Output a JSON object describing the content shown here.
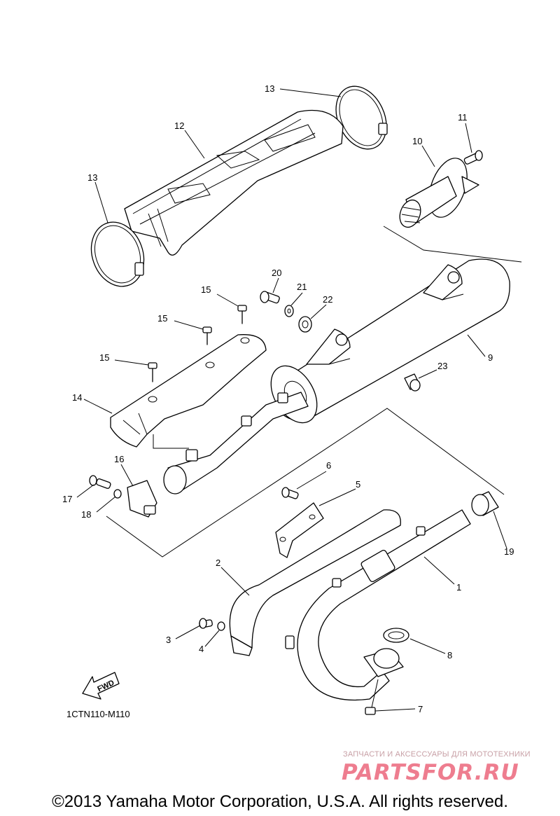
{
  "diagram": {
    "callouts": [
      "1",
      "2",
      "3",
      "4",
      "5",
      "6",
      "7",
      "8",
      "9",
      "10",
      "11",
      "12",
      "13",
      "13",
      "14",
      "15",
      "15",
      "15",
      "16",
      "17",
      "18",
      "19",
      "20",
      "21",
      "22",
      "23"
    ],
    "direction_label": "FWD",
    "code": "1CTN110-M110"
  },
  "watermark": {
    "tagline": "ЗАПЧАСТИ И АКСЕССУАРЫ ДЛЯ МОТОТЕХНИКИ",
    "logo": "PARTSFOR.RU"
  },
  "copyright": "©2013 Yamaha Motor Corporation, U.S.A. All rights reserved."
}
